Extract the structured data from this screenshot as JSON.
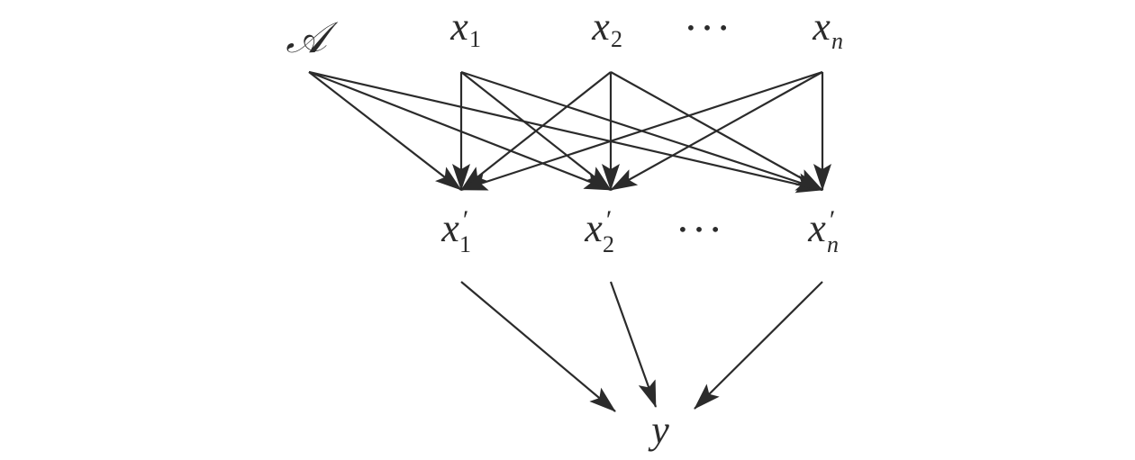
{
  "nodes": {
    "A": {
      "label": "𝒜"
    },
    "x1": {
      "base": "x",
      "sub": "1"
    },
    "x2": {
      "base": "x",
      "sub": "2"
    },
    "xn": {
      "base": "x",
      "sub": "n"
    },
    "top_ellipsis": {
      "label": "• • •"
    },
    "x1p": {
      "base": "x",
      "prime": "′",
      "sub": "1"
    },
    "x2p": {
      "base": "x",
      "prime": "′",
      "sub": "2"
    },
    "xnp": {
      "base": "x",
      "prime": "′",
      "sub": "n"
    },
    "mid_ellipsis": {
      "label": "• • •"
    },
    "y": {
      "label": "y"
    }
  },
  "edges": [
    [
      "A",
      "x1p"
    ],
    [
      "A",
      "x2p"
    ],
    [
      "A",
      "xnp"
    ],
    [
      "x1",
      "x1p"
    ],
    [
      "x1",
      "x2p"
    ],
    [
      "x1",
      "xnp"
    ],
    [
      "x2",
      "x1p"
    ],
    [
      "x2",
      "x2p"
    ],
    [
      "x2",
      "xnp"
    ],
    [
      "xn",
      "x1p"
    ],
    [
      "xn",
      "x2p"
    ],
    [
      "xn",
      "xnp"
    ],
    [
      "x1p",
      "y"
    ],
    [
      "x2p",
      "y"
    ],
    [
      "xnp",
      "y"
    ]
  ],
  "colors": {
    "ink": "#2b2b2b",
    "background": "#ffffff"
  }
}
